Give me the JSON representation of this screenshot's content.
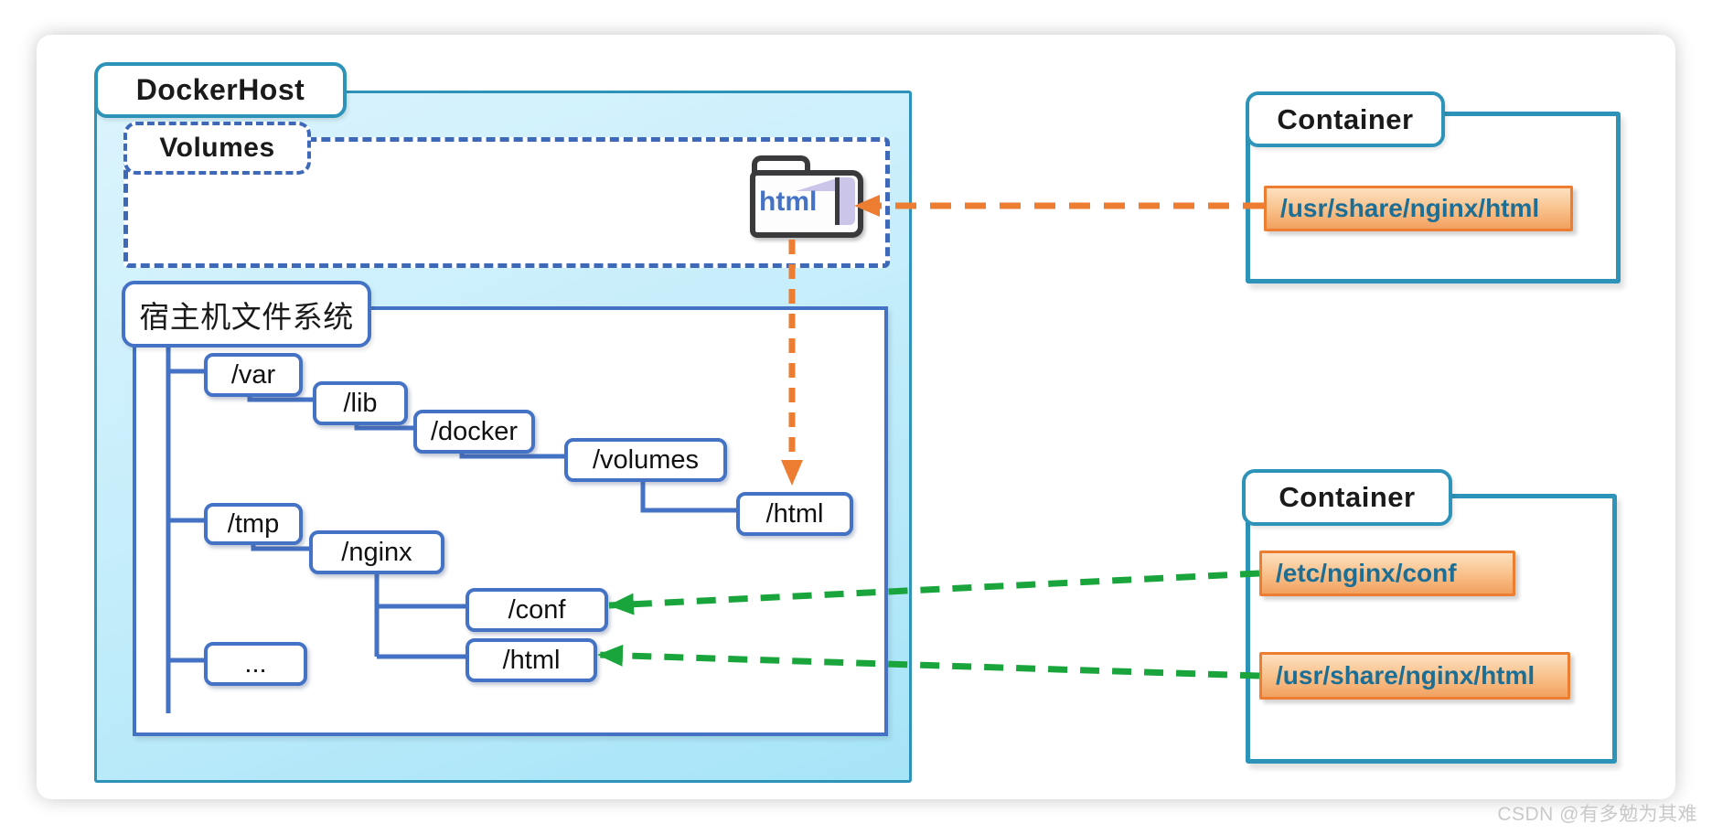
{
  "host": {
    "title": "DockerHost",
    "volumes": {
      "title": "Volumes",
      "folder_label": "html"
    },
    "filesystem": {
      "title": "宿主机文件系统",
      "nodes": [
        {
          "id": "var",
          "label": "/var"
        },
        {
          "id": "lib",
          "label": "/lib"
        },
        {
          "id": "docker",
          "label": "/docker"
        },
        {
          "id": "volumes",
          "label": "/volumes"
        },
        {
          "id": "html_volume",
          "label": "/html"
        },
        {
          "id": "tmp",
          "label": "/tmp"
        },
        {
          "id": "nginx",
          "label": "/nginx"
        },
        {
          "id": "conf",
          "label": "/conf"
        },
        {
          "id": "html_nginx",
          "label": "/html"
        },
        {
          "id": "ellipsis",
          "label": "..."
        }
      ]
    }
  },
  "containers": [
    {
      "title": "Container",
      "paths": [
        {
          "label": "/usr/share/nginx/html"
        }
      ]
    },
    {
      "title": "Container",
      "paths": [
        {
          "label": "/etc/nginx/conf"
        },
        {
          "label": "/usr/share/nginx/html"
        }
      ]
    }
  ],
  "watermark": "CSDN @有多勉为其难",
  "colors": {
    "teal_border": "#2E93B8",
    "tree_blue": "#4472C4",
    "dashed_blue": "#3E69B8",
    "orange": "#ED7D31",
    "green": "#1AA53C",
    "folder_purple": "#CCC5EA",
    "path_text": "#1C6E95"
  }
}
